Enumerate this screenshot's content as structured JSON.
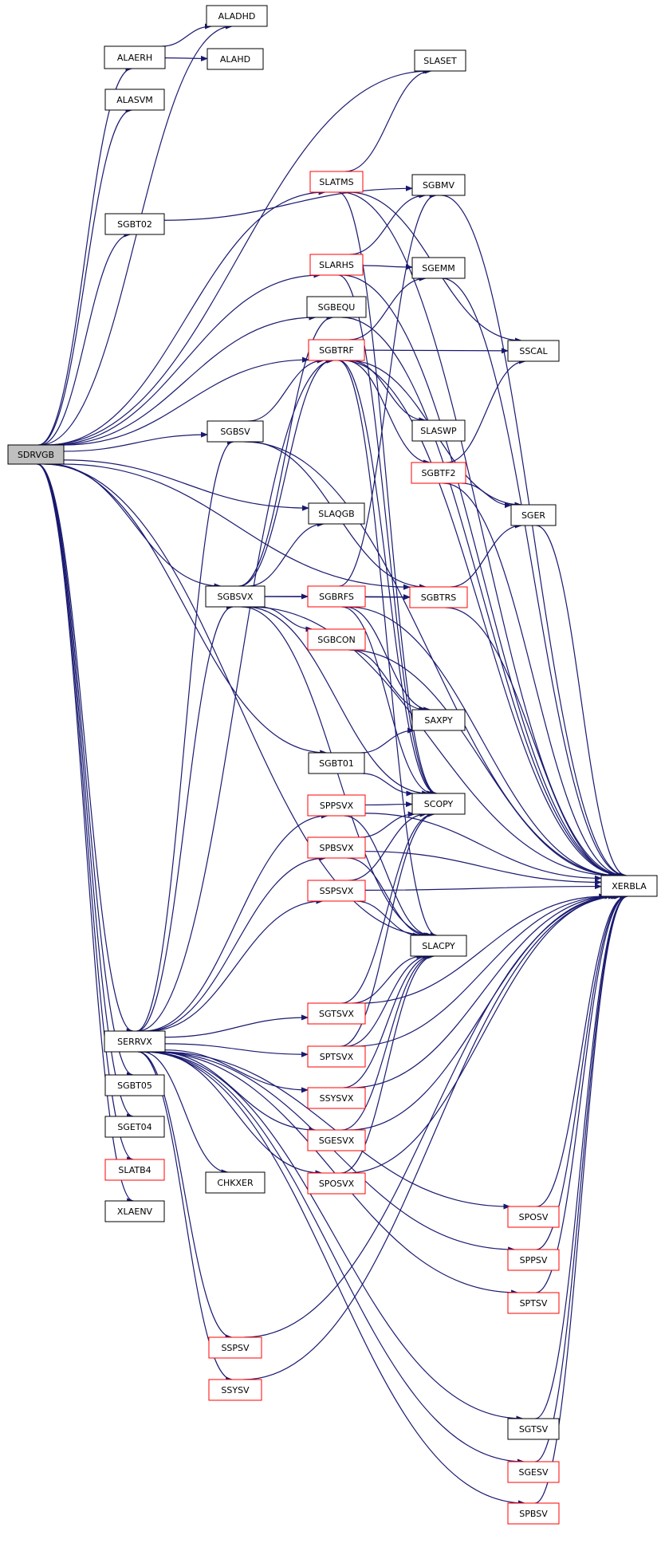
{
  "colors": {
    "edge": "#191970",
    "node_fill": "#ffffff",
    "root_fill": "#bfbfbf",
    "border_black": "#000000",
    "border_red": "#ff0000"
  },
  "nodes": [
    {
      "id": "SDRVGB",
      "label": "SDRVGB",
      "kind": "root"
    },
    {
      "id": "ALADHD",
      "label": "ALADHD",
      "kind": "black"
    },
    {
      "id": "ALAERH",
      "label": "ALAERH",
      "kind": "black"
    },
    {
      "id": "ALAHD",
      "label": "ALAHD",
      "kind": "black"
    },
    {
      "id": "ALASVM",
      "label": "ALASVM",
      "kind": "black"
    },
    {
      "id": "SLASET",
      "label": "SLASET",
      "kind": "black"
    },
    {
      "id": "SLATMS",
      "label": "SLATMS",
      "kind": "red"
    },
    {
      "id": "SGBMV",
      "label": "SGBMV",
      "kind": "black"
    },
    {
      "id": "SGBT02",
      "label": "SGBT02",
      "kind": "black"
    },
    {
      "id": "SLARHS",
      "label": "SLARHS",
      "kind": "red"
    },
    {
      "id": "SGEMM",
      "label": "SGEMM",
      "kind": "black"
    },
    {
      "id": "SGBEQU",
      "label": "SGBEQU",
      "kind": "black"
    },
    {
      "id": "SGBTRF",
      "label": "SGBTRF",
      "kind": "red"
    },
    {
      "id": "SSCAL",
      "label": "SSCAL",
      "kind": "black"
    },
    {
      "id": "SGBSV",
      "label": "SGBSV",
      "kind": "black"
    },
    {
      "id": "SLASWP",
      "label": "SLASWP",
      "kind": "black"
    },
    {
      "id": "SGBTF2",
      "label": "SGBTF2",
      "kind": "red"
    },
    {
      "id": "SGER",
      "label": "SGER",
      "kind": "black"
    },
    {
      "id": "SLAQGB",
      "label": "SLAQGB",
      "kind": "black"
    },
    {
      "id": "SGBSVX",
      "label": "SGBSVX",
      "kind": "black"
    },
    {
      "id": "SGBRFS",
      "label": "SGBRFS",
      "kind": "red"
    },
    {
      "id": "SGBTRS",
      "label": "SGBTRS",
      "kind": "red"
    },
    {
      "id": "SGBCON",
      "label": "SGBCON",
      "kind": "red"
    },
    {
      "id": "SAXPY",
      "label": "SAXPY",
      "kind": "black"
    },
    {
      "id": "SGBT01",
      "label": "SGBT01",
      "kind": "black"
    },
    {
      "id": "SCOPY",
      "label": "SCOPY",
      "kind": "black"
    },
    {
      "id": "SPPSVX",
      "label": "SPPSVX",
      "kind": "red"
    },
    {
      "id": "SPBSVX",
      "label": "SPBSVX",
      "kind": "red"
    },
    {
      "id": "XERBLA",
      "label": "XERBLA",
      "kind": "black"
    },
    {
      "id": "SSPSVX",
      "label": "SSPSVX",
      "kind": "red"
    },
    {
      "id": "SLACPY",
      "label": "SLACPY",
      "kind": "black"
    },
    {
      "id": "SERRVX",
      "label": "SERRVX",
      "kind": "black"
    },
    {
      "id": "SGTSVX",
      "label": "SGTSVX",
      "kind": "red"
    },
    {
      "id": "SPTSVX",
      "label": "SPTSVX",
      "kind": "red"
    },
    {
      "id": "SGBT05",
      "label": "SGBT05",
      "kind": "black"
    },
    {
      "id": "SSYSVX",
      "label": "SSYSVX",
      "kind": "red"
    },
    {
      "id": "SGET04",
      "label": "SGET04",
      "kind": "black"
    },
    {
      "id": "SGESVX",
      "label": "SGESVX",
      "kind": "red"
    },
    {
      "id": "SLATB4",
      "label": "SLATB4",
      "kind": "red"
    },
    {
      "id": "CHKXER",
      "label": "CHKXER",
      "kind": "black"
    },
    {
      "id": "SPOSVX",
      "label": "SPOSVX",
      "kind": "red"
    },
    {
      "id": "XLAENV",
      "label": "XLAENV",
      "kind": "black"
    },
    {
      "id": "SPOSV",
      "label": "SPOSV",
      "kind": "red"
    },
    {
      "id": "SPPSV",
      "label": "SPPSV",
      "kind": "red"
    },
    {
      "id": "SPTSV",
      "label": "SPTSV",
      "kind": "red"
    },
    {
      "id": "SSPSV",
      "label": "SSPSV",
      "kind": "red"
    },
    {
      "id": "SSYSV",
      "label": "SSYSV",
      "kind": "red"
    },
    {
      "id": "SGTSV",
      "label": "SGTSV",
      "kind": "black"
    },
    {
      "id": "SGESV",
      "label": "SGESV",
      "kind": "red"
    },
    {
      "id": "SPBSV",
      "label": "SPBSV",
      "kind": "red"
    }
  ],
  "edges": [
    [
      "SDRVGB",
      "ALADHD"
    ],
    [
      "SDRVGB",
      "ALAERH"
    ],
    [
      "SDRVGB",
      "ALASVM"
    ],
    [
      "SDRVGB",
      "SLASET"
    ],
    [
      "SDRVGB",
      "SLATMS"
    ],
    [
      "SDRVGB",
      "SGBT02"
    ],
    [
      "SDRVGB",
      "SLARHS"
    ],
    [
      "SDRVGB",
      "SGBEQU"
    ],
    [
      "SDRVGB",
      "SGBTRF"
    ],
    [
      "SDRVGB",
      "SGBSV"
    ],
    [
      "SDRVGB",
      "SGBTRS"
    ],
    [
      "SDRVGB",
      "SLAQGB"
    ],
    [
      "SDRVGB",
      "SGBSVX"
    ],
    [
      "SDRVGB",
      "SGBT01"
    ],
    [
      "SDRVGB",
      "SLACPY"
    ],
    [
      "SDRVGB",
      "SERRVX"
    ],
    [
      "SDRVGB",
      "SGBT05"
    ],
    [
      "SDRVGB",
      "SGET04"
    ],
    [
      "SDRVGB",
      "SLATB4"
    ],
    [
      "SDRVGB",
      "XLAENV"
    ],
    [
      "ALAERH",
      "ALADHD"
    ],
    [
      "ALAERH",
      "ALAHD"
    ],
    [
      "SLATMS",
      "SLASET"
    ],
    [
      "SLATMS",
      "SSCAL"
    ],
    [
      "SLATMS",
      "XERBLA"
    ],
    [
      "SLATMS",
      "SCOPY"
    ],
    [
      "SGBT02",
      "SGBMV"
    ],
    [
      "SLARHS",
      "SGBMV"
    ],
    [
      "SLARHS",
      "SGEMM"
    ],
    [
      "SLARHS",
      "XERBLA"
    ],
    [
      "SLARHS",
      "SCOPY"
    ],
    [
      "SGBMV",
      "XERBLA"
    ],
    [
      "SGEMM",
      "XERBLA"
    ],
    [
      "SGBEQU",
      "XERBLA"
    ],
    [
      "SGBTRF",
      "SSCAL"
    ],
    [
      "SGBTRF",
      "SLASWP"
    ],
    [
      "SGBTRF",
      "SGBTF2"
    ],
    [
      "SGBTRF",
      "SGER"
    ],
    [
      "SGBTRF",
      "SGEMM"
    ],
    [
      "SGBTRF",
      "XERBLA"
    ],
    [
      "SGBTRF",
      "SCOPY"
    ],
    [
      "SGBTRF",
      "SLACPY"
    ],
    [
      "SGBSV",
      "SGBTRF"
    ],
    [
      "SGBSV",
      "SGBTRS"
    ],
    [
      "SGBSV",
      "XERBLA"
    ],
    [
      "SGBTF2",
      "SSCAL"
    ],
    [
      "SGBTF2",
      "SGER"
    ],
    [
      "SGBTF2",
      "XERBLA"
    ],
    [
      "SGER",
      "XERBLA"
    ],
    [
      "SGBSVX",
      "SGBEQU"
    ],
    [
      "SGBSVX",
      "SGBTRF"
    ],
    [
      "SGBSVX",
      "SLAQGB"
    ],
    [
      "SGBSVX",
      "SGBRFS"
    ],
    [
      "SGBSVX",
      "SGBTRS"
    ],
    [
      "SGBSVX",
      "SGBCON"
    ],
    [
      "SGBSVX",
      "SCOPY"
    ],
    [
      "SGBSVX",
      "SLACPY"
    ],
    [
      "SGBSVX",
      "XERBLA"
    ],
    [
      "SGBRFS",
      "SGBTRS"
    ],
    [
      "SGBRFS",
      "SGBMV"
    ],
    [
      "SGBRFS",
      "SAXPY"
    ],
    [
      "SGBRFS",
      "SCOPY"
    ],
    [
      "SGBRFS",
      "XERBLA"
    ],
    [
      "SGBTRS",
      "SGER"
    ],
    [
      "SGBTRS",
      "XERBLA"
    ],
    [
      "SGBCON",
      "SAXPY"
    ],
    [
      "SGBCON",
      "XERBLA"
    ],
    [
      "SGBT01",
      "SAXPY"
    ],
    [
      "SGBT01",
      "SCOPY"
    ],
    [
      "SPPSVX",
      "SCOPY"
    ],
    [
      "SPPSVX",
      "SLACPY"
    ],
    [
      "SPPSVX",
      "XERBLA"
    ],
    [
      "SPBSVX",
      "SCOPY"
    ],
    [
      "SPBSVX",
      "SLACPY"
    ],
    [
      "SPBSVX",
      "XERBLA"
    ],
    [
      "SSPSVX",
      "SCOPY"
    ],
    [
      "SSPSVX",
      "SLACPY"
    ],
    [
      "SSPSVX",
      "XERBLA"
    ],
    [
      "SERRVX",
      "SGBSV"
    ],
    [
      "SERRVX",
      "SGBSVX"
    ],
    [
      "SERRVX",
      "SGBTRF"
    ],
    [
      "SERRVX",
      "SPPSVX"
    ],
    [
      "SERRVX",
      "SPBSVX"
    ],
    [
      "SERRVX",
      "SSPSVX"
    ],
    [
      "SERRVX",
      "SGTSVX"
    ],
    [
      "SERRVX",
      "SPTSVX"
    ],
    [
      "SERRVX",
      "SSYSVX"
    ],
    [
      "SERRVX",
      "SGESVX"
    ],
    [
      "SERRVX",
      "CHKXER"
    ],
    [
      "SERRVX",
      "SPOSVX"
    ],
    [
      "SERRVX",
      "SPOSV"
    ],
    [
      "SERRVX",
      "SPPSV"
    ],
    [
      "SERRVX",
      "SPTSV"
    ],
    [
      "SERRVX",
      "SSPSV"
    ],
    [
      "SERRVX",
      "SSYSV"
    ],
    [
      "SERRVX",
      "SGTSV"
    ],
    [
      "SERRVX",
      "SGESV"
    ],
    [
      "SERRVX",
      "SPBSV"
    ],
    [
      "SGTSVX",
      "SCOPY"
    ],
    [
      "SGTSVX",
      "SLACPY"
    ],
    [
      "SGTSVX",
      "XERBLA"
    ],
    [
      "SPTSVX",
      "SCOPY"
    ],
    [
      "SPTSVX",
      "SLACPY"
    ],
    [
      "SPTSVX",
      "XERBLA"
    ],
    [
      "SSYSVX",
      "SLACPY"
    ],
    [
      "SSYSVX",
      "XERBLA"
    ],
    [
      "SGESVX",
      "SLACPY"
    ],
    [
      "SGESVX",
      "XERBLA"
    ],
    [
      "SPOSVX",
      "SLACPY"
    ],
    [
      "SPOSVX",
      "XERBLA"
    ],
    [
      "SPOSV",
      "XERBLA"
    ],
    [
      "SPPSV",
      "XERBLA"
    ],
    [
      "SPTSV",
      "XERBLA"
    ],
    [
      "SSPSV",
      "XERBLA"
    ],
    [
      "SSYSV",
      "XERBLA"
    ],
    [
      "SGTSV",
      "XERBLA"
    ],
    [
      "SGESV",
      "XERBLA"
    ],
    [
      "SPBSV",
      "XERBLA"
    ]
  ]
}
